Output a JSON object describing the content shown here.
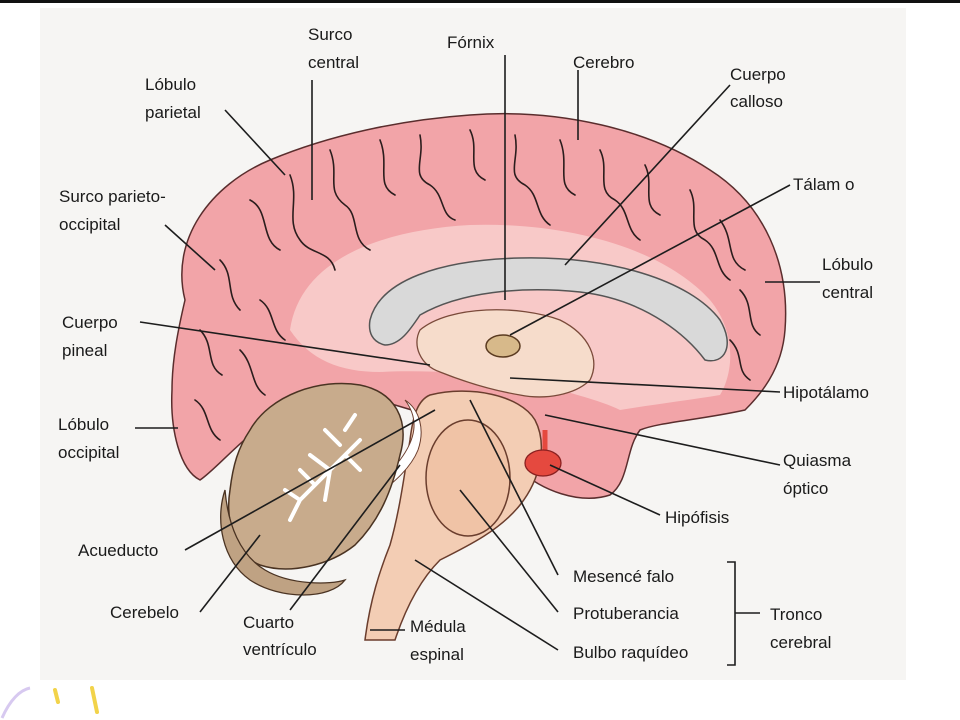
{
  "labels": {
    "surco_central": [
      "Surco",
      "central"
    ],
    "fornix": "Fórnix",
    "cerebro": "Cerebro",
    "cuerpo_calloso": [
      "Cuerpo",
      "calloso"
    ],
    "lobulo_parietal": [
      "Lóbulo",
      "parietal"
    ],
    "talamo": "Tálam o",
    "surco_parieto_occipital": [
      "Surco parieto-",
      "occipital"
    ],
    "lobulo_central": [
      "Lóbulo",
      "central"
    ],
    "cuerpo_pineal": [
      "Cuerpo",
      "pineal"
    ],
    "hipotalamo": "Hipotálamo",
    "lobulo_occipital": [
      "Lóbulo",
      "occipital"
    ],
    "quiasma_optico": [
      "Quiasma",
      "óptico"
    ],
    "hipofisis": "Hipófisis",
    "acueducto": "Acueducto",
    "mesencefalo": "Mesencé falo",
    "protuberancia": "Protuberancia",
    "bulbo_raquideo": "Bulbo raquídeo",
    "tronco_cerebral": [
      "Tronco",
      "cerebral"
    ],
    "cerebelo": "Cerebelo",
    "cuarto_ventriculo": [
      "Cuarto",
      "ventrículo"
    ],
    "medula_espinal": [
      "Médula",
      "espinal"
    ]
  },
  "colors": {
    "cortex": "#f2a4a8",
    "cortex_light": "#f8c9c8",
    "callosum": "#d9d9d9",
    "brainstem": "#f3cdb4",
    "cerebellum": "#c8ab8c",
    "hypophysis": "#e5493f",
    "thalamus": "#d7b98a"
  }
}
